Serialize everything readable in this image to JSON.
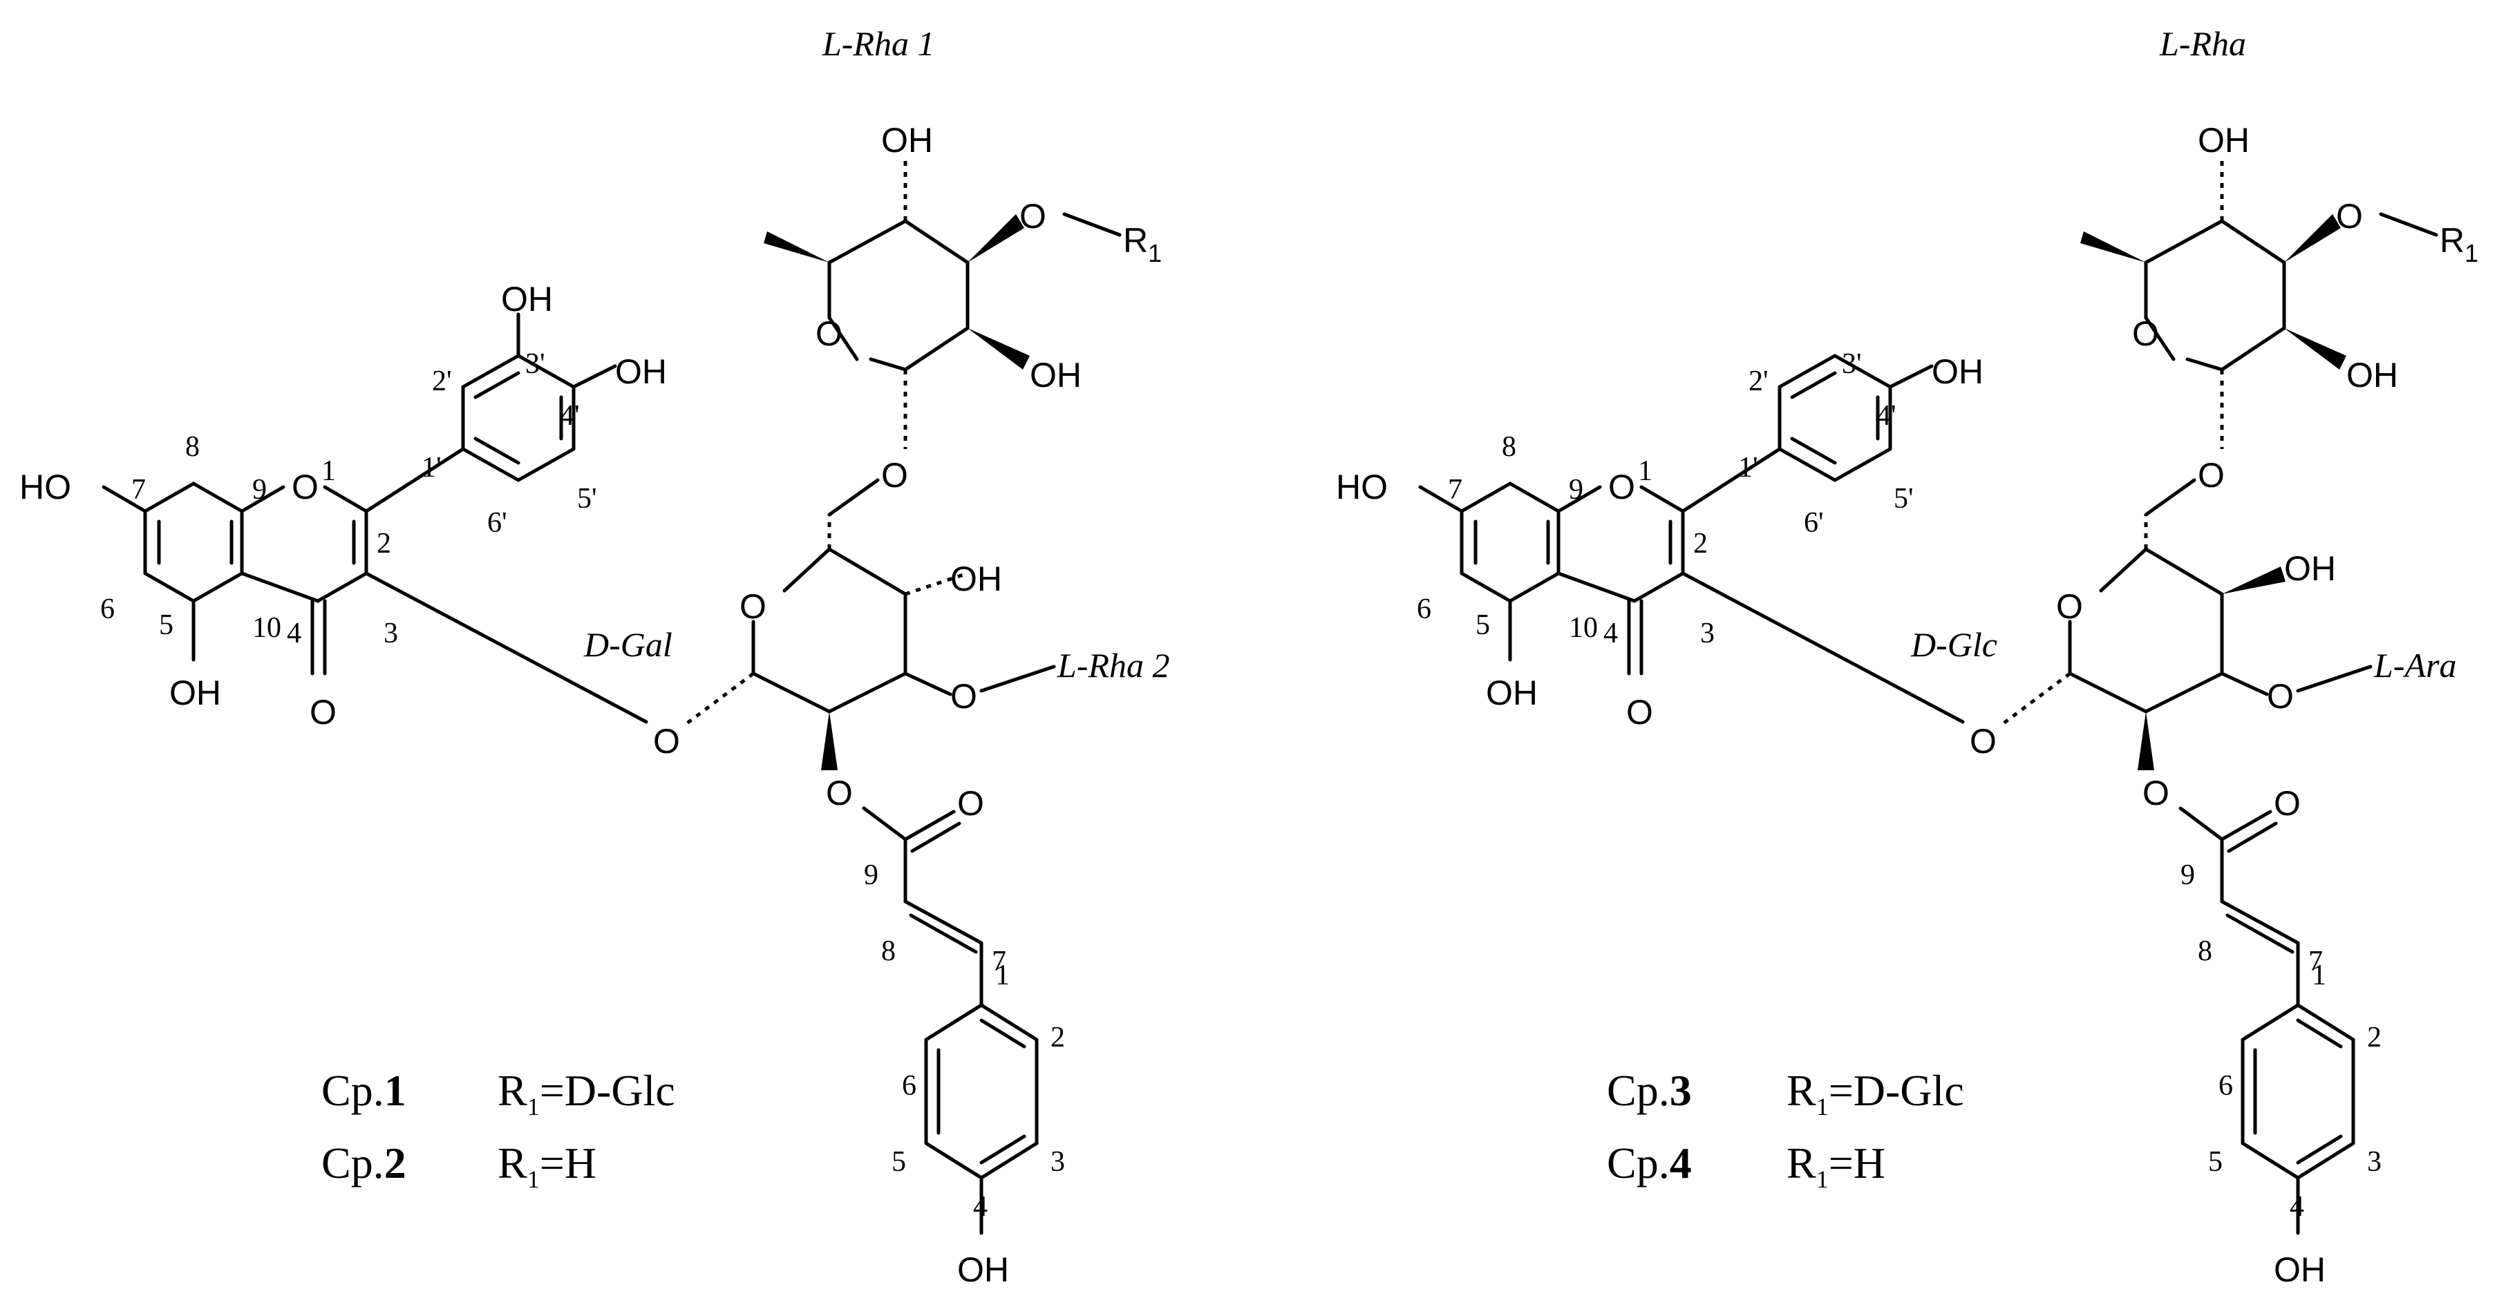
{
  "structures": [
    {
      "sugar_top": "L-Rha 1",
      "sugar_mid": "D-Gal",
      "sugar_sub": "L-Rha 2",
      "compounds": [
        {
          "prefix": "Cp.",
          "number": "1",
          "r_label": "R",
          "r_sub": "1",
          "r_value": "=D-Glc"
        },
        {
          "prefix": "Cp.",
          "number": "2",
          "r_label": "R",
          "r_sub": "1",
          "r_value": "=H"
        }
      ]
    },
    {
      "sugar_top": "L-Rha",
      "sugar_mid": "D-Glc",
      "sugar_sub": "L-Ara",
      "compounds": [
        {
          "prefix": "Cp.",
          "number": "3",
          "r_label": "R",
          "r_sub": "1",
          "r_value": "=D-Glc"
        },
        {
          "prefix": "Cp.",
          "number": "4",
          "r_label": "R",
          "r_sub": "1",
          "r_value": "=H"
        }
      ]
    }
  ],
  "atoms": {
    "OH": "OH",
    "HO": "HO",
    "O": "O",
    "R": "R",
    "R_sub": "1"
  },
  "ring_numbers": {
    "flavone": [
      "1",
      "2",
      "3",
      "4",
      "5",
      "6",
      "7",
      "8",
      "9",
      "10"
    ],
    "b_ring": [
      "1'",
      "2'",
      "3'",
      "4'",
      "5'",
      "6'"
    ],
    "coumaroyl": [
      "1",
      "2",
      "3",
      "4",
      "5",
      "6",
      "7",
      "8",
      "9"
    ]
  }
}
